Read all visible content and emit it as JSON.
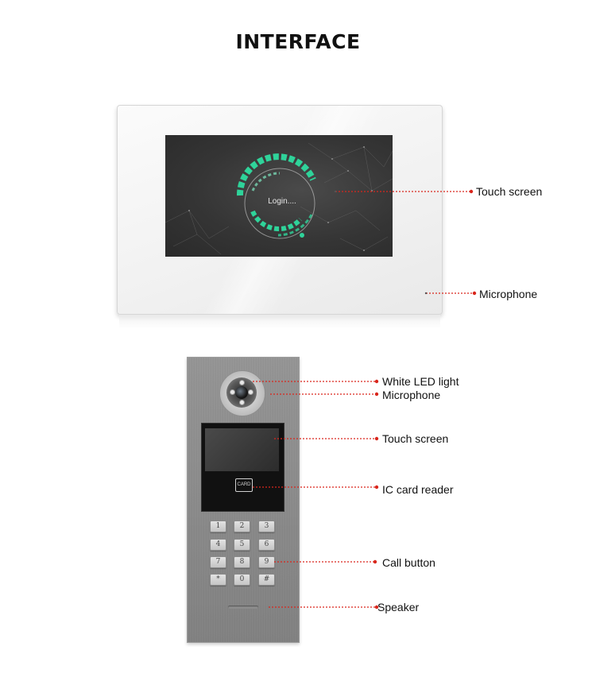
{
  "page": {
    "title": "INTERFACE"
  },
  "indoor_monitor": {
    "screen_text": "Login....",
    "callouts": {
      "touch_screen": "Touch screen",
      "microphone": "Microphone"
    }
  },
  "door_station": {
    "card_label": "CARD",
    "keys": [
      "1",
      "2",
      "3",
      "4",
      "5",
      "6",
      "7",
      "8",
      "9",
      "*",
      "0",
      "#"
    ],
    "callouts": {
      "white_led": "White LED light",
      "microphone": "Microphone",
      "touch_screen": "Touch screen",
      "ic_card": "IC card reader",
      "call_button": "Call button",
      "speaker": "Speaker"
    }
  },
  "colors": {
    "callout_line": "#d9261c",
    "screen_accent": "#2fd39a"
  }
}
